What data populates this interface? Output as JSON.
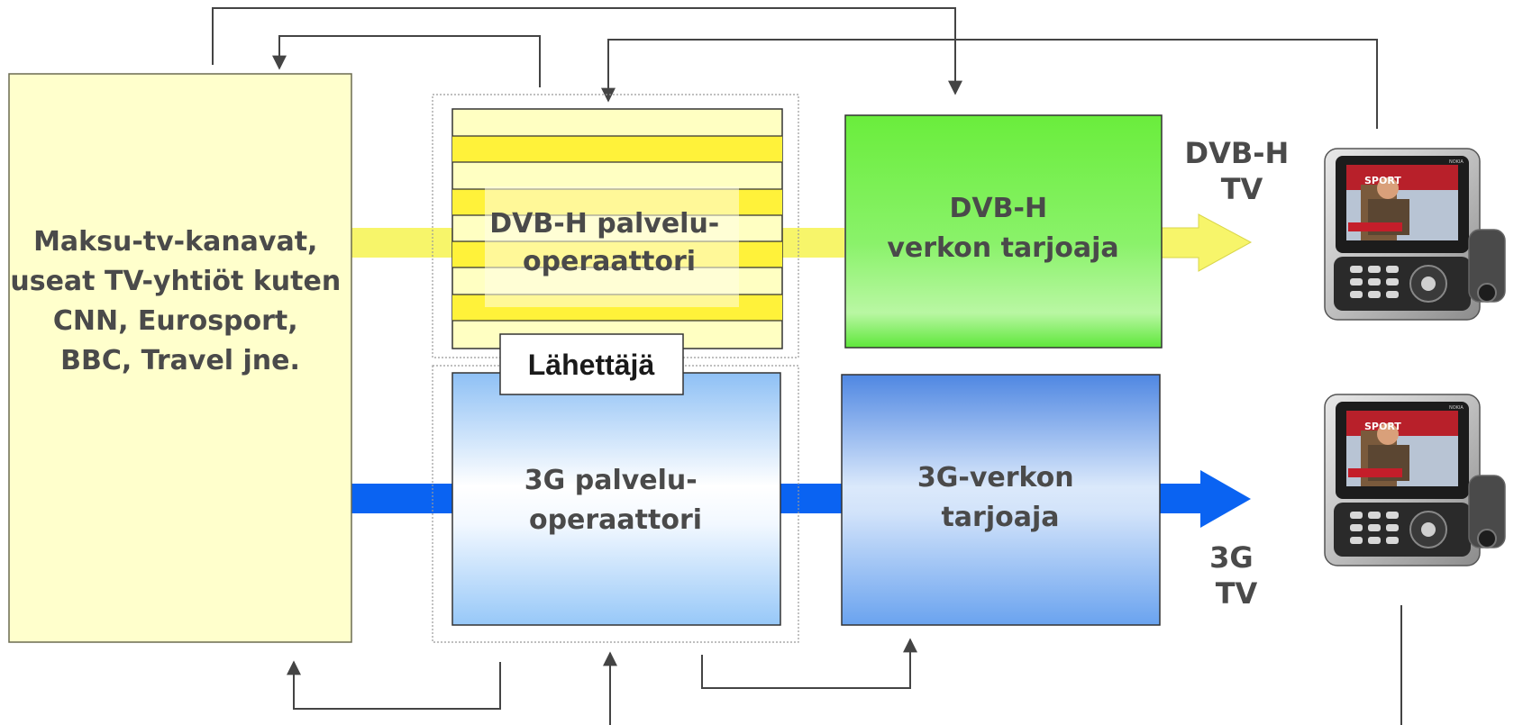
{
  "content_providers": {
    "lines": [
      "Maksu-tv-kanavat,",
      "useat TV-yhtiöt kuten",
      "CNN, Eurosport,",
      "BBC, Travel jne."
    ]
  },
  "dvbh_service_operator": {
    "lines": [
      "DVB-H palvelu-",
      "operaattori"
    ]
  },
  "dvbh_network_provider": {
    "lines": [
      "DVB-H",
      "verkon tarjoaja"
    ]
  },
  "broadcaster": {
    "label": "Lähettäjä"
  },
  "threeg_service_operator": {
    "lines": [
      "3G palvelu-",
      "operaattori"
    ]
  },
  "threeg_network_provider": {
    "lines": [
      "3G-verkon",
      "tarjoaja"
    ]
  },
  "dvbh_tv": {
    "lines": [
      "DVB-H",
      "TV"
    ]
  },
  "threeg_tv": {
    "lines": [
      "3G",
      "TV"
    ]
  },
  "phone_screen": {
    "banner": "SPORT",
    "brand": "NOKIA"
  },
  "colors": {
    "content_box": "#ffffcc",
    "dvbh_flow": "#f7f56a",
    "dvbh_stripe": "#fff23a",
    "dvbh_network": "#66ee44",
    "threeg_flow": "#0a63f2",
    "threeg_service": "#8ec0f5",
    "threeg_network": "#4f87e2",
    "connector": "#444444",
    "label_text": "#4a4a4a"
  }
}
